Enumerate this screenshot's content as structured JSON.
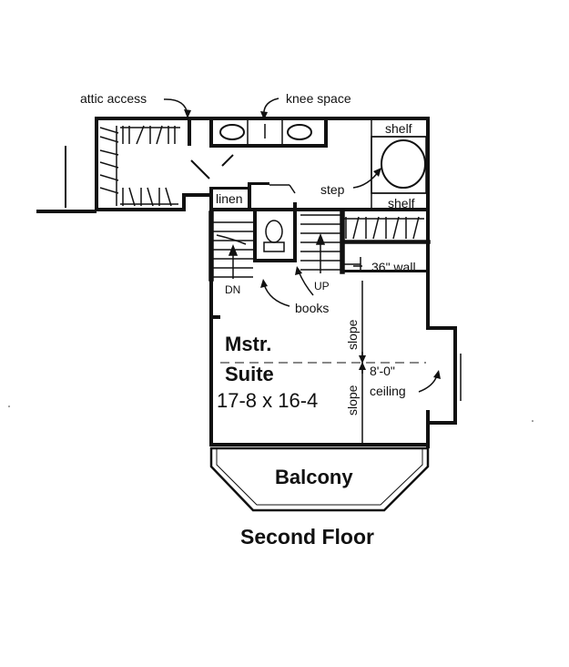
{
  "labels": {
    "attic_access": "attic access",
    "knee_space": "knee space",
    "shelf_top": "shelf",
    "shelf_bottom": "shelf",
    "step": "step",
    "linen": "linen",
    "dn": "DN",
    "up": "UP",
    "wall_36": "36\" wall",
    "books": "books",
    "slope_upper": "slope",
    "slope_lower": "slope",
    "ceiling_height": "8'-0\"",
    "ceiling": "ceiling",
    "room_name_1": "Mstr.",
    "room_name_2": "Suite",
    "room_dims": "17-8 x 16-4",
    "balcony": "Balcony",
    "title": "Second Floor"
  },
  "colors": {
    "ink": "#111111",
    "paper": "#ffffff"
  }
}
